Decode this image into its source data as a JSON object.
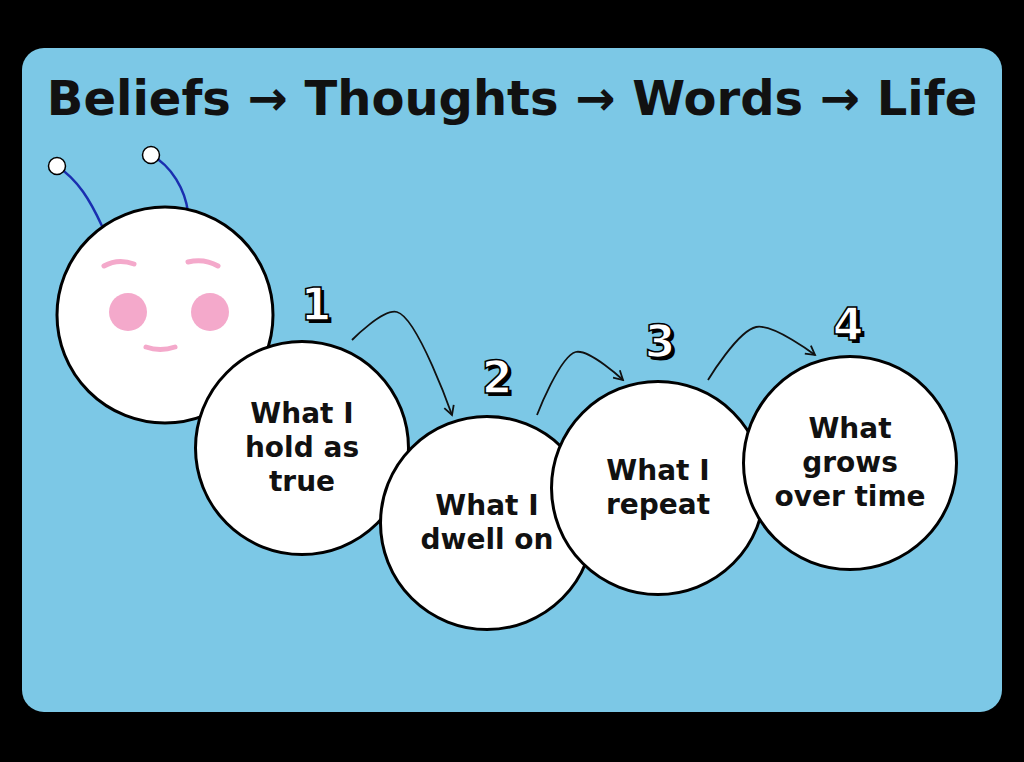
{
  "diagram": {
    "title": "Beliefs → Thoughts → Words → Life",
    "nodes": [
      {
        "text": [
          "What I hold as true"
        ]
      },
      {
        "text": [
          "What I dwell on"
        ]
      },
      {
        "text": [
          "What I repeat"
        ]
      },
      {
        "text": [
          "What grows over time"
        ]
      }
    ],
    "edges": [
      {
        "from": 0,
        "to": 1,
        "arrow": "to"
      },
      {
        "from": 1,
        "to": 2,
        "arrow": "to"
      },
      {
        "from": 2,
        "to": 3,
        "arrow": "to"
      }
    ],
    "labels": [
      "1",
      "2",
      "3",
      "4"
    ]
  }
}
